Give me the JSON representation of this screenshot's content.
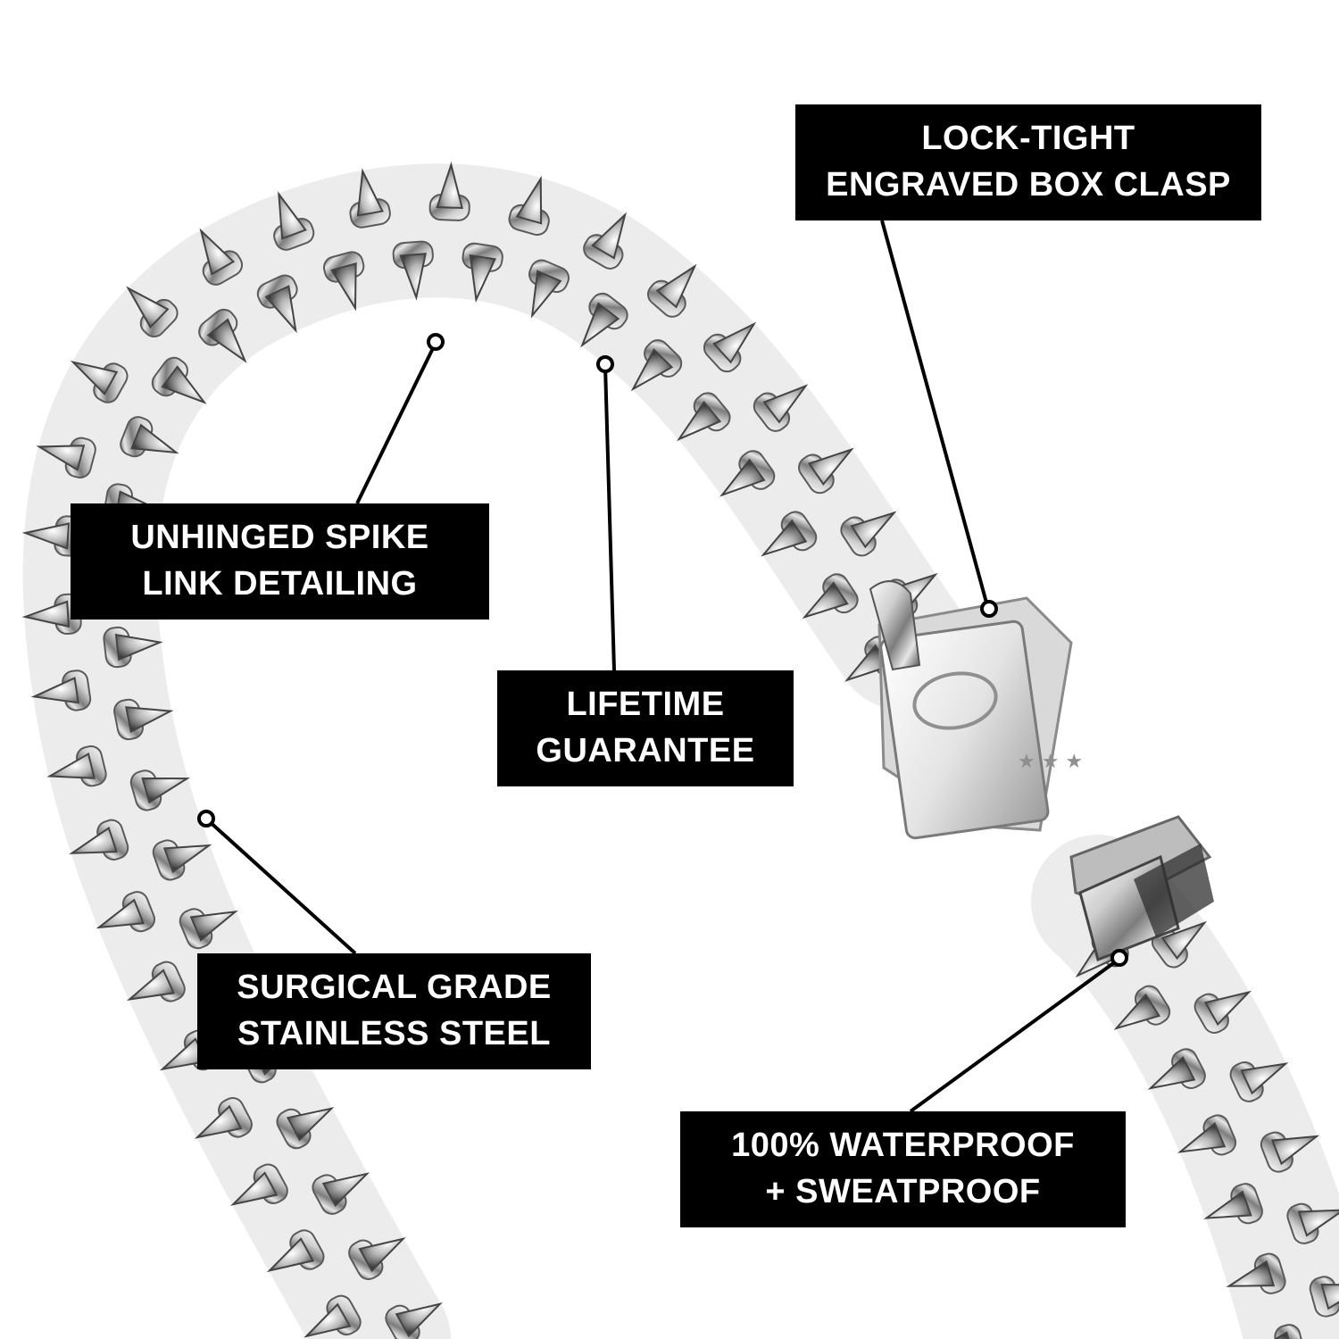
{
  "labels": {
    "clasp": {
      "line1": "LOCK-TIGHT",
      "line2": "ENGRAVED BOX CLASP"
    },
    "spike": {
      "line1": "UNHINGED SPIKE",
      "line2": "LINK DETAILING"
    },
    "lifetime": {
      "line1": "LIFETIME",
      "line2": "GUARANTEE"
    },
    "steel": {
      "line1": "SURGICAL GRADE",
      "line2": "STAINLESS STEEL"
    },
    "water": {
      "line1": "100% WATERPROOF",
      "line2": "+ SWEATPROOF"
    }
  },
  "colors": {
    "background": "#ffffff",
    "label_bg": "#000000",
    "label_text": "#ffffff",
    "steel_light": "#f2f2f2",
    "steel_mid": "#9a9a9a",
    "steel_dark": "#3a3a3a"
  }
}
